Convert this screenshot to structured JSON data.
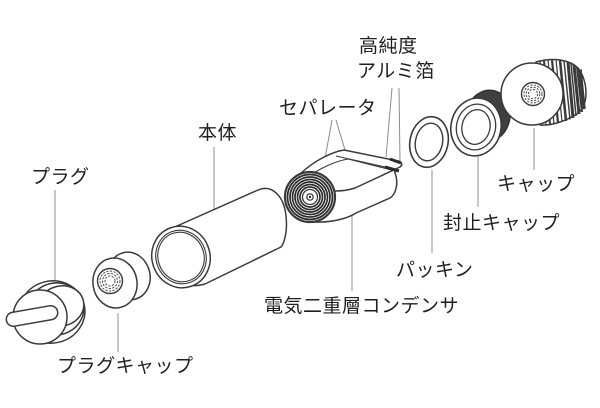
{
  "diagram": {
    "type": "exploded-view-line-diagram",
    "background": "#ffffff",
    "outline_color": "#3a3a3a",
    "leader_line_color": "#8c8c8c",
    "text_color": "#1f1f1f",
    "shade_color": "#3f3f3f",
    "labels": {
      "plug": "プラグ",
      "plug_cap": "プラグキャップ",
      "body": "本体",
      "separator": "セパレータ",
      "foil_line1": "高純度",
      "foil_line2": "アルミ箔",
      "packing": "パッキン",
      "seal_cap": "封止キャップ",
      "cap": "キャップ",
      "capacitor": "電気二重層コンデンサ"
    }
  }
}
